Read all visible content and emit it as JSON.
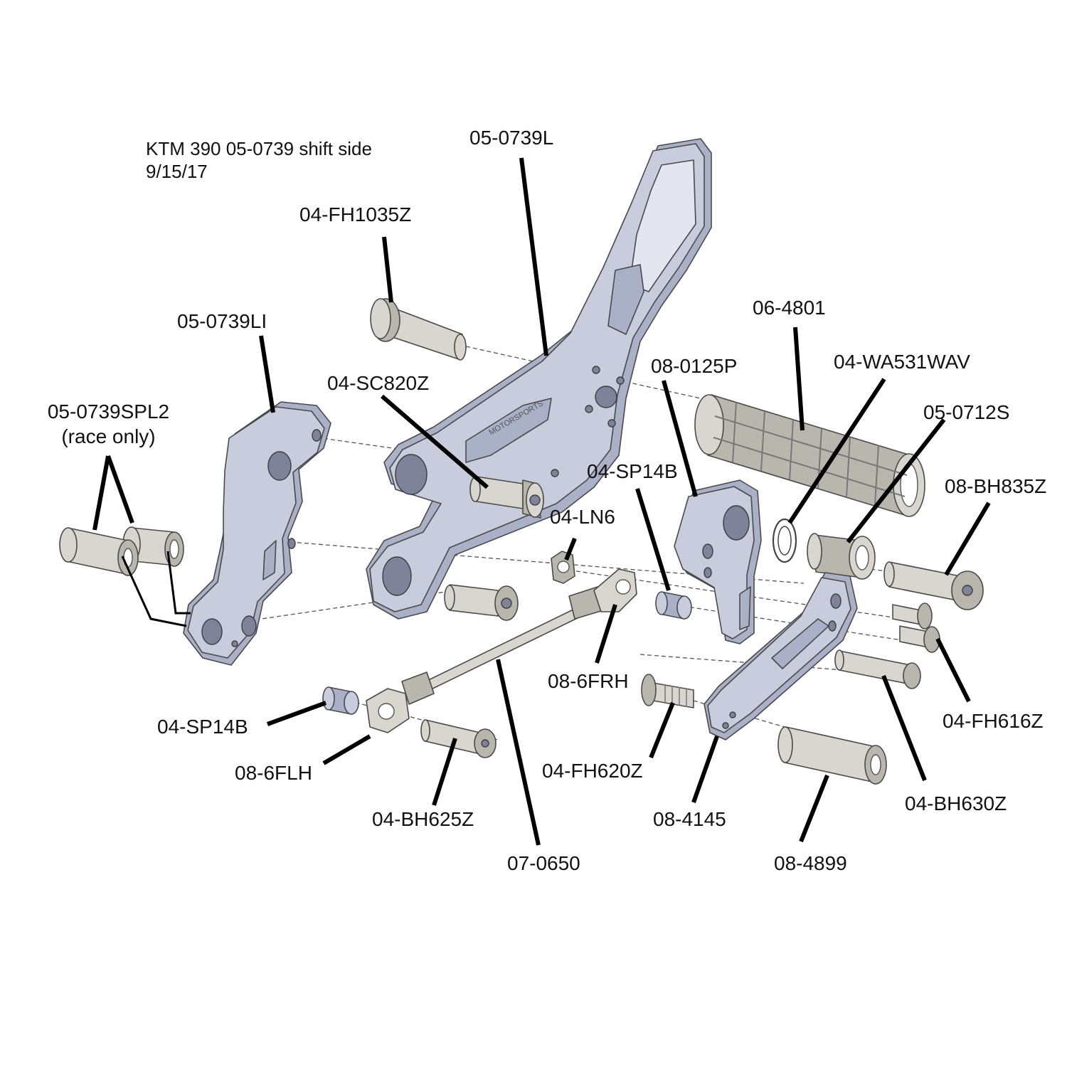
{
  "title": {
    "line1": "KTM 390 05-0739 shift side",
    "line2": "9/15/17"
  },
  "colors": {
    "bracket": "#c9ccdc",
    "hardware": "#d8d6cf",
    "leader": "#000000"
  },
  "labels": {
    "l_05_0739L": "05-0739L",
    "l_04_FH1035Z": "04-FH1035Z",
    "l_05_0739LI": "05-0739LI",
    "l_04_SC820Z": "04-SC820Z",
    "l_05_0739SPL2": "05-0739SPL2",
    "l_race_only": "(race only)",
    "l_06_4801": "06-4801",
    "l_08_0125P": "08-0125P",
    "l_04_WA531WAV": "04-WA531WAV",
    "l_05_0712S": "05-0712S",
    "l_04_SP14B_top": "04-SP14B",
    "l_08_BH835Z": "08-BH835Z",
    "l_04_LN6": "04-LN6",
    "l_08_6FRH": "08-6FRH",
    "l_04_SP14B_bottom": "04-SP14B",
    "l_08_6FLH": "08-6FLH",
    "l_04_FH620Z": "04-FH620Z",
    "l_04_FH616Z": "04-FH616Z",
    "l_04_BH625Z": "04-BH625Z",
    "l_08_4145": "08-4145",
    "l_04_BH630Z": "04-BH630Z",
    "l_07_0650": "07-0650",
    "l_08_4899": "08-4899"
  }
}
